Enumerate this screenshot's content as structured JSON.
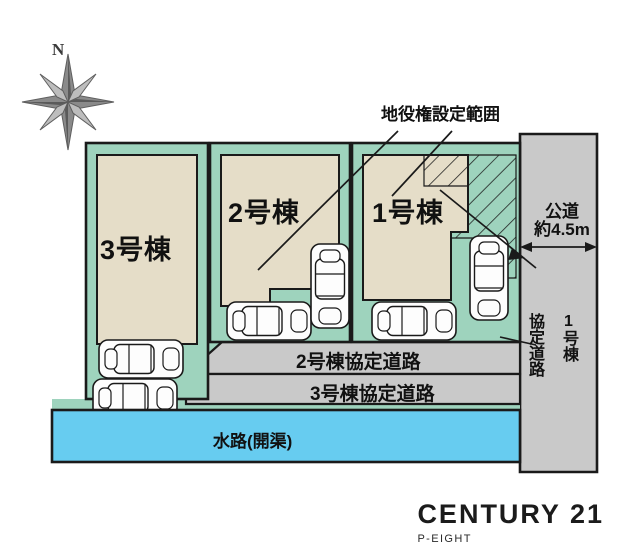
{
  "compass": {
    "north_label": "N"
  },
  "annotations": {
    "easement": "地役権設定範囲",
    "public_road_line1": "公道",
    "public_road_line2": "約4.5m",
    "agreement_road_vertical": "協定道路",
    "building1_vertical": "1号棟"
  },
  "lots": [
    {
      "id": "lot-3",
      "label": "3号棟"
    },
    {
      "id": "lot-2",
      "label": "2号棟"
    },
    {
      "id": "lot-1",
      "label": "1号棟"
    }
  ],
  "roads": [
    {
      "id": "road-2",
      "label": "2号棟協定道路"
    },
    {
      "id": "road-3",
      "label": "3号棟協定道路"
    }
  ],
  "waterway": {
    "label": "水路(開渠)"
  },
  "brand": {
    "name": "CENTURY 21",
    "office": "P-EIGHT"
  },
  "colors": {
    "lot_green": "#9ed3bd",
    "building_beige": "#e5ddc8",
    "road_gray": "#c9c9c9",
    "water_blue": "#67ccf0",
    "outline": "#1a1a1a",
    "compass": "#6e6e6e"
  }
}
